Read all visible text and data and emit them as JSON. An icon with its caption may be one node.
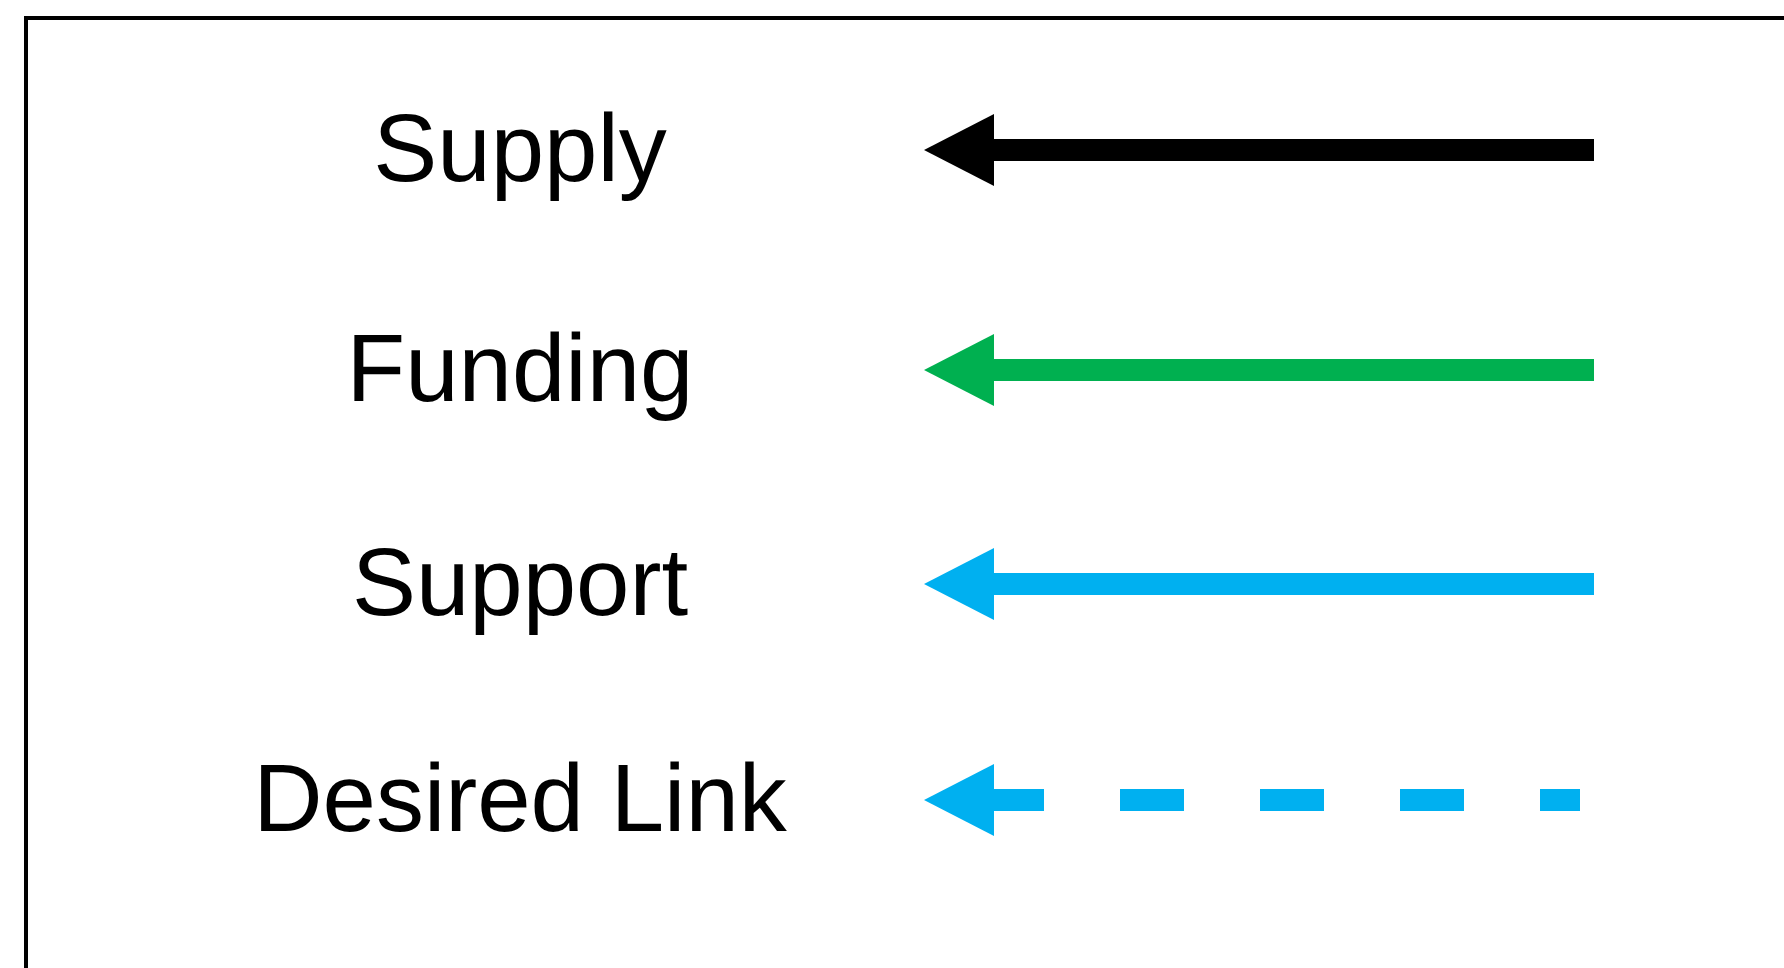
{
  "diagram": {
    "legend": [
      {
        "text": "Supply"
      },
      {
        "text": "Funding"
      },
      {
        "text": "Support"
      },
      {
        "text": "Desired Link"
      }
    ]
  }
}
